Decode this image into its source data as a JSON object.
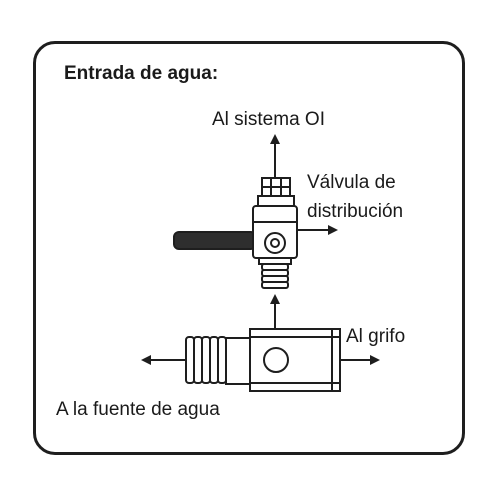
{
  "title": "Entrada de agua:",
  "labels": {
    "to_ro_system": "Al sistema OI",
    "valve_line1": "Válvula de",
    "valve_line2": "distribución",
    "to_faucet": "Al grifo",
    "to_water_source": "A la fuente de agua"
  },
  "colors": {
    "stroke": "#1e1e1e",
    "handle": "#2e2e2e",
    "fitting_fill": "#ffffff"
  }
}
